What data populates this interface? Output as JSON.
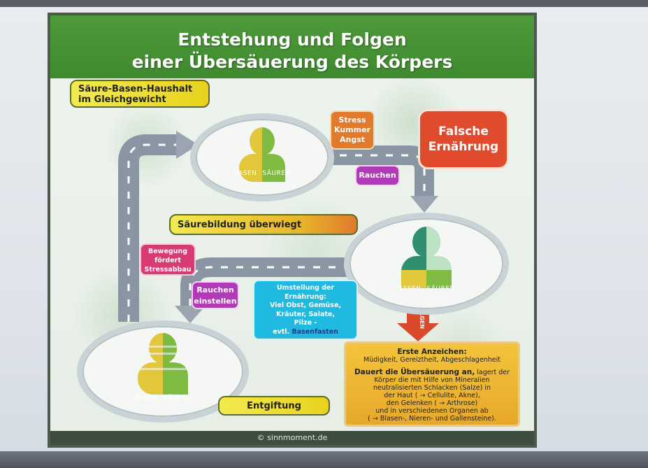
{
  "title": {
    "line1": "Entstehung und Folgen",
    "line2": "einer Übersäuerung des Körpers"
  },
  "labels": {
    "balance_line1": "Säure-Basen-Haushalt",
    "balance_line2": "im Gleichgewicht",
    "acid_dominates": "Säurebildung überwiegt",
    "detox": "Entgiftung",
    "follow": "FOLGEN"
  },
  "causes": {
    "stress_line1": "Stress",
    "stress_line2": "Kummer",
    "stress_line3": "Angst",
    "nutrition_line1": "Falsche",
    "nutrition_line2": "Ernährung",
    "smoking": "Rauchen"
  },
  "remedies": {
    "exercise_line1": "Bewegung",
    "exercise_line2": "fördert",
    "exercise_line3": "Stressabbau",
    "quit_line1": "Rauchen",
    "quit_line2": "einstellen",
    "diet_line1": "Umstellung der",
    "diet_line2": "Ernährung:",
    "diet_line3": "Viel Obst, Gemüse,",
    "diet_line4": "Kräuter, Salate,",
    "diet_line5": "Pilze -",
    "diet_line6a": "evtl. ",
    "diet_line6b": "Basenfasten"
  },
  "heads": {
    "base": "BASEN",
    "acid": "SÄUREN"
  },
  "consequences": {
    "first_heading": "Erste Anzeichen:",
    "first_text": "Müdigkeit, Gereiztheit, Abgeschlagenheit",
    "long_bold": "Dauert die Übersäuerung an,",
    "long_text1": " lagert der",
    "long_text2": "Körper die mit Hilfe von Mineralien",
    "long_text3": "neutralisierten Schlacken (Salze) in",
    "long_text4": "der Haut ( → Cellulite, Akne),",
    "long_text5": "den Gelenken ( → Arthrose)",
    "long_text6": "und in verschiedenen Organen ab",
    "long_text7": "( → Blasen-, Nieren- und Gallensteine)."
  },
  "footer": "© sinnmoment.de",
  "colors": {
    "title_green": "#4e9a3a",
    "base_yellow": "#e2c73a",
    "acid_green": "#7fbb43",
    "head_teal": "#2f8f6e",
    "orange": "#e07a2c",
    "red": "#e04b2d",
    "purple": "#b23ab8",
    "pink": "#d83a72",
    "cyan": "#20b9df"
  }
}
